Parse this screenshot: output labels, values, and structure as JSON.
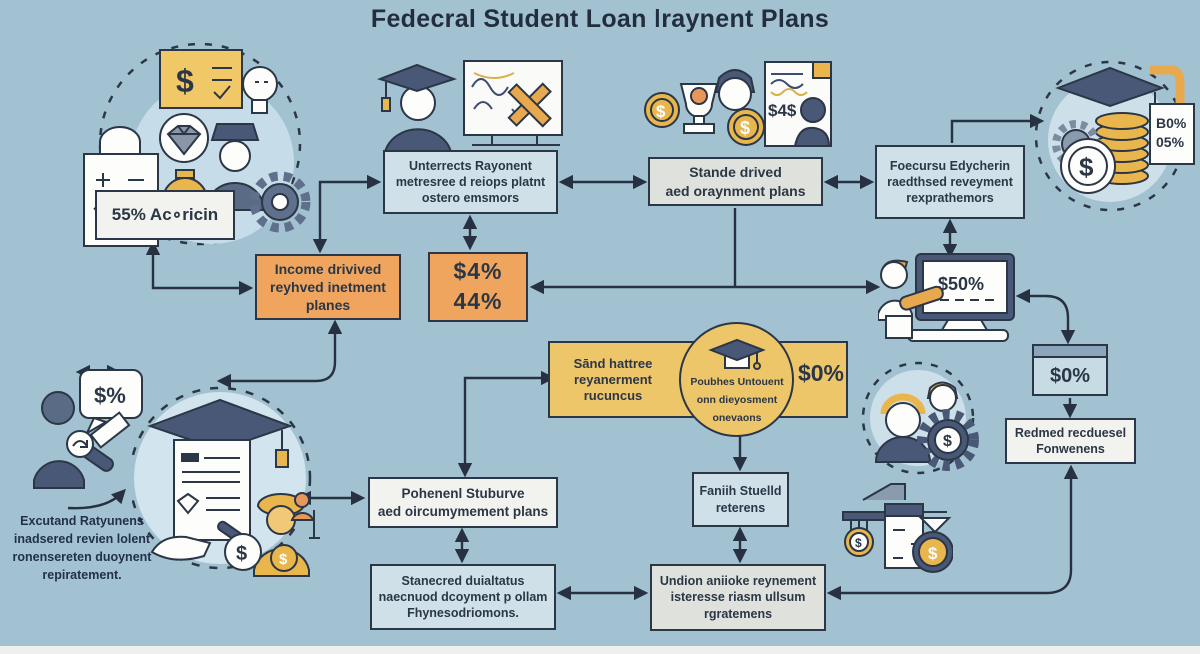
{
  "title": "Fedecral Student Loan ǀraynent Plans",
  "boxes": {
    "acericin": "55% Ac∘ricin",
    "unterrects": "Unterrects Rayonent\nmetresree d reiops platnt\nostero emsmors",
    "stande": "Stande drived\naed oraynment plans",
    "foersu": "Foecursu Edycherin\nraedthsed reveyment\nrexprathemors",
    "income": "Income drivived\nreyhved inetment\nplanes",
    "pct44": "$4% 44%",
    "window0": "$0%",
    "redmed": "Redmed recduesel\nFonwenens",
    "pohenenl": "Pohenenl Stuburve\naed oircumymement plans",
    "faniih": "Faniih Stuelld\nreterens",
    "stanecred": "Stanecred duialtatus\nnaecnuod dcoyment p ollam\nFhynesodriomons.",
    "undion": "Undion aniioke reynement\nisteresse riasm ullsum\nrgratemens"
  },
  "banner": {
    "left": "Sānd hattree\nreyanerment\nrucuncus",
    "center": "Poubhes Untouent\nonn dieyosment\nonevaons",
    "right": "$0%"
  },
  "notes": {
    "excutand": "Excutand Ratyunens\ninadsered revien lolent\nronensereten duoynent\nrepiratement."
  },
  "icons": {
    "speech_value": "$%",
    "monitor_value": "$50%",
    "card_value": "$4$",
    "stat_line1": "B0%",
    "stat_line2": "05%"
  },
  "colors": {
    "background": "#a2c2d1",
    "accent_orange": "#f0a55f",
    "accent_yellow": "#eec66a",
    "panel_blue": "#cfe0e8",
    "ink": "#2b3646"
  }
}
